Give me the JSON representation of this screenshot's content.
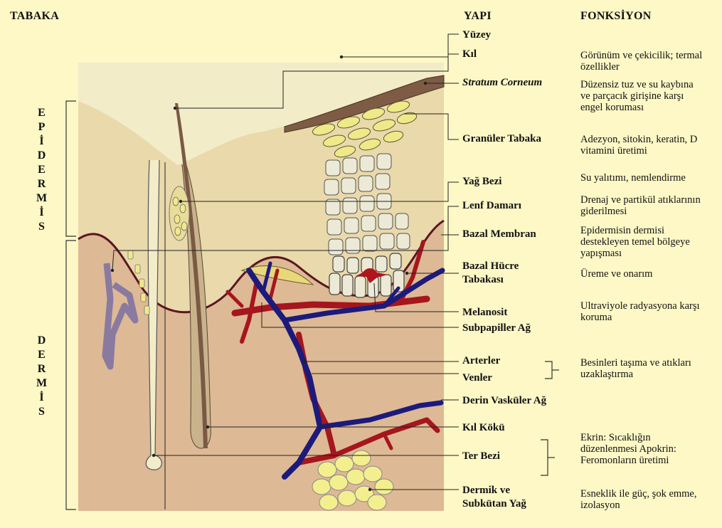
{
  "headers": {
    "layer": "TABAKA",
    "structure": "YAPI",
    "function": "FONKSİYON"
  },
  "layers": {
    "epidermis": "EPİDERMİS",
    "dermis": "DERMİS"
  },
  "structures": [
    {
      "id": "yuzey",
      "label": "Yüzey"
    },
    {
      "id": "kil",
      "label": "Kıl"
    },
    {
      "id": "stratum",
      "label": "Stratum Corneum"
    },
    {
      "id": "granuler",
      "label": "Granüler Tabaka"
    },
    {
      "id": "yag",
      "label": "Yağ Bezi"
    },
    {
      "id": "lenf",
      "label": "Lenf Damarı"
    },
    {
      "id": "bazalmem",
      "label": "Bazal Membran"
    },
    {
      "id": "bazalhuc",
      "label": "Bazal Hücre Tabakası"
    },
    {
      "id": "melanosit",
      "label": "Melanosit"
    },
    {
      "id": "subpap",
      "label": "Subpapiller Ağ"
    },
    {
      "id": "arter",
      "label": "Arterler"
    },
    {
      "id": "ven",
      "label": "Venler"
    },
    {
      "id": "derin",
      "label": "Derin Vasküler Ağ"
    },
    {
      "id": "kilkok",
      "label": "Kıl Kökü"
    },
    {
      "id": "ter",
      "label": "Ter Bezi"
    },
    {
      "id": "dermik",
      "label": "Dermik ve Subkütan Yağ"
    }
  ],
  "functions": [
    {
      "id": "f_kil",
      "text": "Görünüm ve çekicilik; termal özellikler"
    },
    {
      "id": "f_stratum",
      "text": "Düzensiz tuz ve su kaybına ve parçacık girişine karşı engel koruması"
    },
    {
      "id": "f_granuler",
      "text": "Adezyon, sitokin, keratin, D vitamini üretimi"
    },
    {
      "id": "f_yag",
      "text": "Su yalıtımı, nemlendirme"
    },
    {
      "id": "f_lenf",
      "text": "Drenaj ve partikül atıklarının giderilmesi"
    },
    {
      "id": "f_bazalmem",
      "text": "Epidermisin dermisi destekleyen temel bölgeye yapışması"
    },
    {
      "id": "f_bazalhuc",
      "text": "Üreme ve onarım"
    },
    {
      "id": "f_melanosit",
      "text": "Ultraviyole radyasyona karşı koruma"
    },
    {
      "id": "f_damar",
      "text": "Besinleri taşıma ve atıkları uzaklaştırma"
    },
    {
      "id": "f_ter",
      "text": "Ekrin: Sıcaklığın düzenlenmesi Apokrin: Feromonların üretimi"
    },
    {
      "id": "f_dermik",
      "text": "Esneklik ile güç, şok emme, izolasyon"
    }
  ],
  "colors": {
    "background": "#fdf8c6",
    "surface": "#f2ecc8",
    "epidermis": "#e9d9ab",
    "dermis": "#ddb995",
    "artery": "#a5161d",
    "vein": "#1c1a7c",
    "lymph": "#8a7aa0",
    "fat": "#f3ef8f",
    "hair": "#7a5a44"
  }
}
